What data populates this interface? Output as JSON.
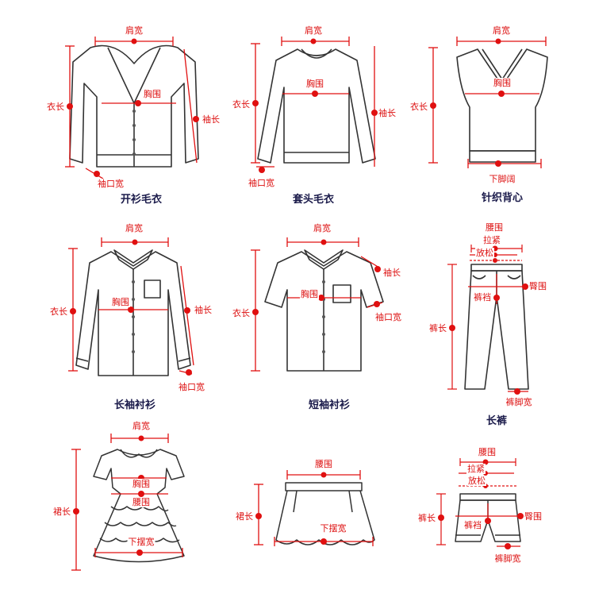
{
  "colors": {
    "accent": "#e01010",
    "outline": "#333333",
    "title": "#1a1a4a"
  },
  "garments": [
    {
      "icon": "cardigan-icon",
      "title": "开衫毛衣",
      "labels": {
        "shoulder": "肩宽",
        "chest": "胸围",
        "length": "衣长",
        "sleeve": "袖长",
        "cuff": "袖口宽"
      }
    },
    {
      "icon": "pullover-sweater-icon",
      "title": "套头毛衣",
      "labels": {
        "shoulder": "肩宽",
        "chest": "胸围",
        "length": "衣长",
        "sleeve": "袖长",
        "cuff": "袖口宽"
      }
    },
    {
      "icon": "knit-vest-icon",
      "title": "针织背心",
      "labels": {
        "shoulder": "肩宽",
        "chest": "胸围",
        "length": "衣长",
        "hem": "下脚阔"
      }
    },
    {
      "icon": "long-sleeve-shirt-icon",
      "title": "长袖衬衫",
      "labels": {
        "shoulder": "肩宽",
        "chest": "胸围",
        "length": "衣长",
        "sleeve": "袖长",
        "cuff": "袖口宽"
      }
    },
    {
      "icon": "short-sleeve-shirt-icon",
      "title": "短袖衬衫",
      "labels": {
        "shoulder": "肩宽",
        "chest": "胸围",
        "length": "衣长",
        "sleeve": "袖长",
        "cuff": "袖口宽"
      }
    },
    {
      "icon": "trousers-icon",
      "title": "长裤",
      "labels": {
        "waist": "腰围",
        "waist_tight": "拉紧",
        "waist_relaxed": "放松",
        "hip": "臀围",
        "rise": "裤裆",
        "length": "裤长",
        "leg_opening": "裤脚宽"
      }
    },
    {
      "icon": "dress-icon",
      "title": "",
      "labels": {
        "shoulder": "肩宽",
        "chest": "胸围",
        "waist": "腰围",
        "length": "裙长",
        "hem": "下摆宽"
      }
    },
    {
      "icon": "skirt-icon",
      "title": "",
      "labels": {
        "waist": "腰围",
        "length": "裙长",
        "hem": "下摆宽"
      }
    },
    {
      "icon": "shorts-icon",
      "title": "",
      "labels": {
        "waist": "腰围",
        "waist_tight": "拉紧",
        "waist_relaxed": "放松",
        "hip": "臀围",
        "rise": "裤裆",
        "length": "裤长",
        "leg_opening": "裤脚宽"
      }
    }
  ]
}
